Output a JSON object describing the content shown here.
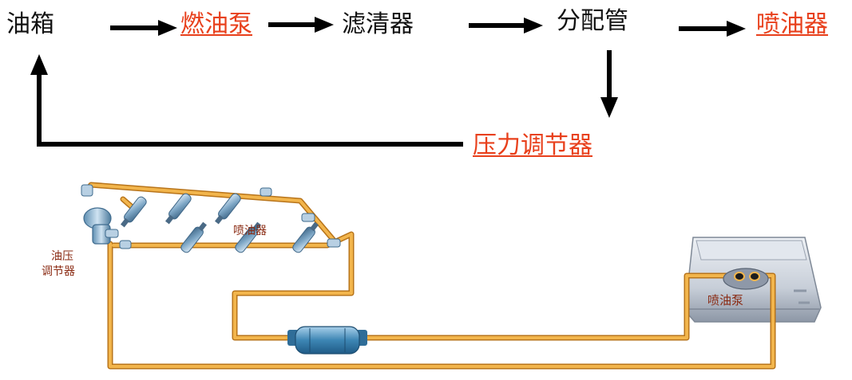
{
  "flow": {
    "tank": "油箱",
    "pump": "燃油泵",
    "filter": "滤清器",
    "rail": "分配管",
    "injector": "喷油器",
    "regulator": "压力调节器"
  },
  "illustration": {
    "injector_caption": "喷油器",
    "regulator_caption_line1": "油压",
    "regulator_caption_line2": "调节器",
    "pump_caption": "喷油泵"
  },
  "colors": {
    "text": "#111111",
    "highlight": "#e8401c",
    "arrow": "#000000",
    "fuel_line": "#e9a23b",
    "caption": "#8a2a12",
    "filter_body": "#3d86b4",
    "injector_body": "#7ea7c6",
    "tank_body": "#c7ced8"
  }
}
